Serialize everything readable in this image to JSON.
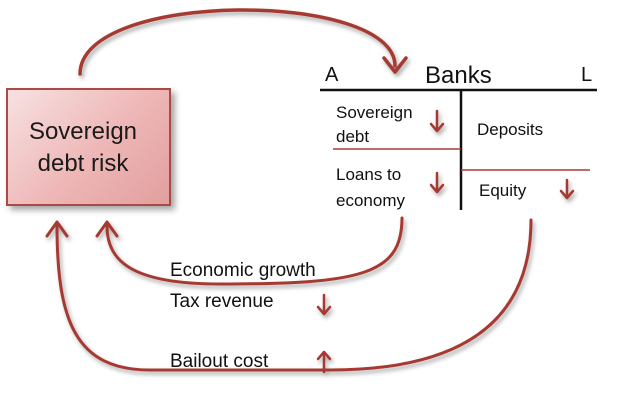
{
  "box": {
    "label_line1": "Sovereign",
    "label_line2": "debt risk",
    "trend": "up-arrow-icon"
  },
  "bank": {
    "title": "Banks",
    "assets_header": "A",
    "liabilities_header": "L",
    "assets": [
      {
        "line1": "Sovereign",
        "line2": "debt",
        "trend": "down-arrow-icon"
      },
      {
        "line1": "Loans to",
        "line2": "economy",
        "trend": "down-arrow-icon"
      }
    ],
    "liabilities": [
      {
        "label": "Deposits"
      },
      {
        "label": "Equity",
        "trend": "down-arrow-icon"
      }
    ]
  },
  "flows": {
    "economic_growth": "Economic growth",
    "tax_revenue": "Tax revenue",
    "tax_trend": "down-arrow-icon",
    "bailout_cost": "Bailout cost",
    "bailout_trend": "up-arrow-icon"
  },
  "colors": {
    "arrow": "#a63a32",
    "box_fill": "#eeb6b6",
    "box_border": "#a94a47"
  }
}
